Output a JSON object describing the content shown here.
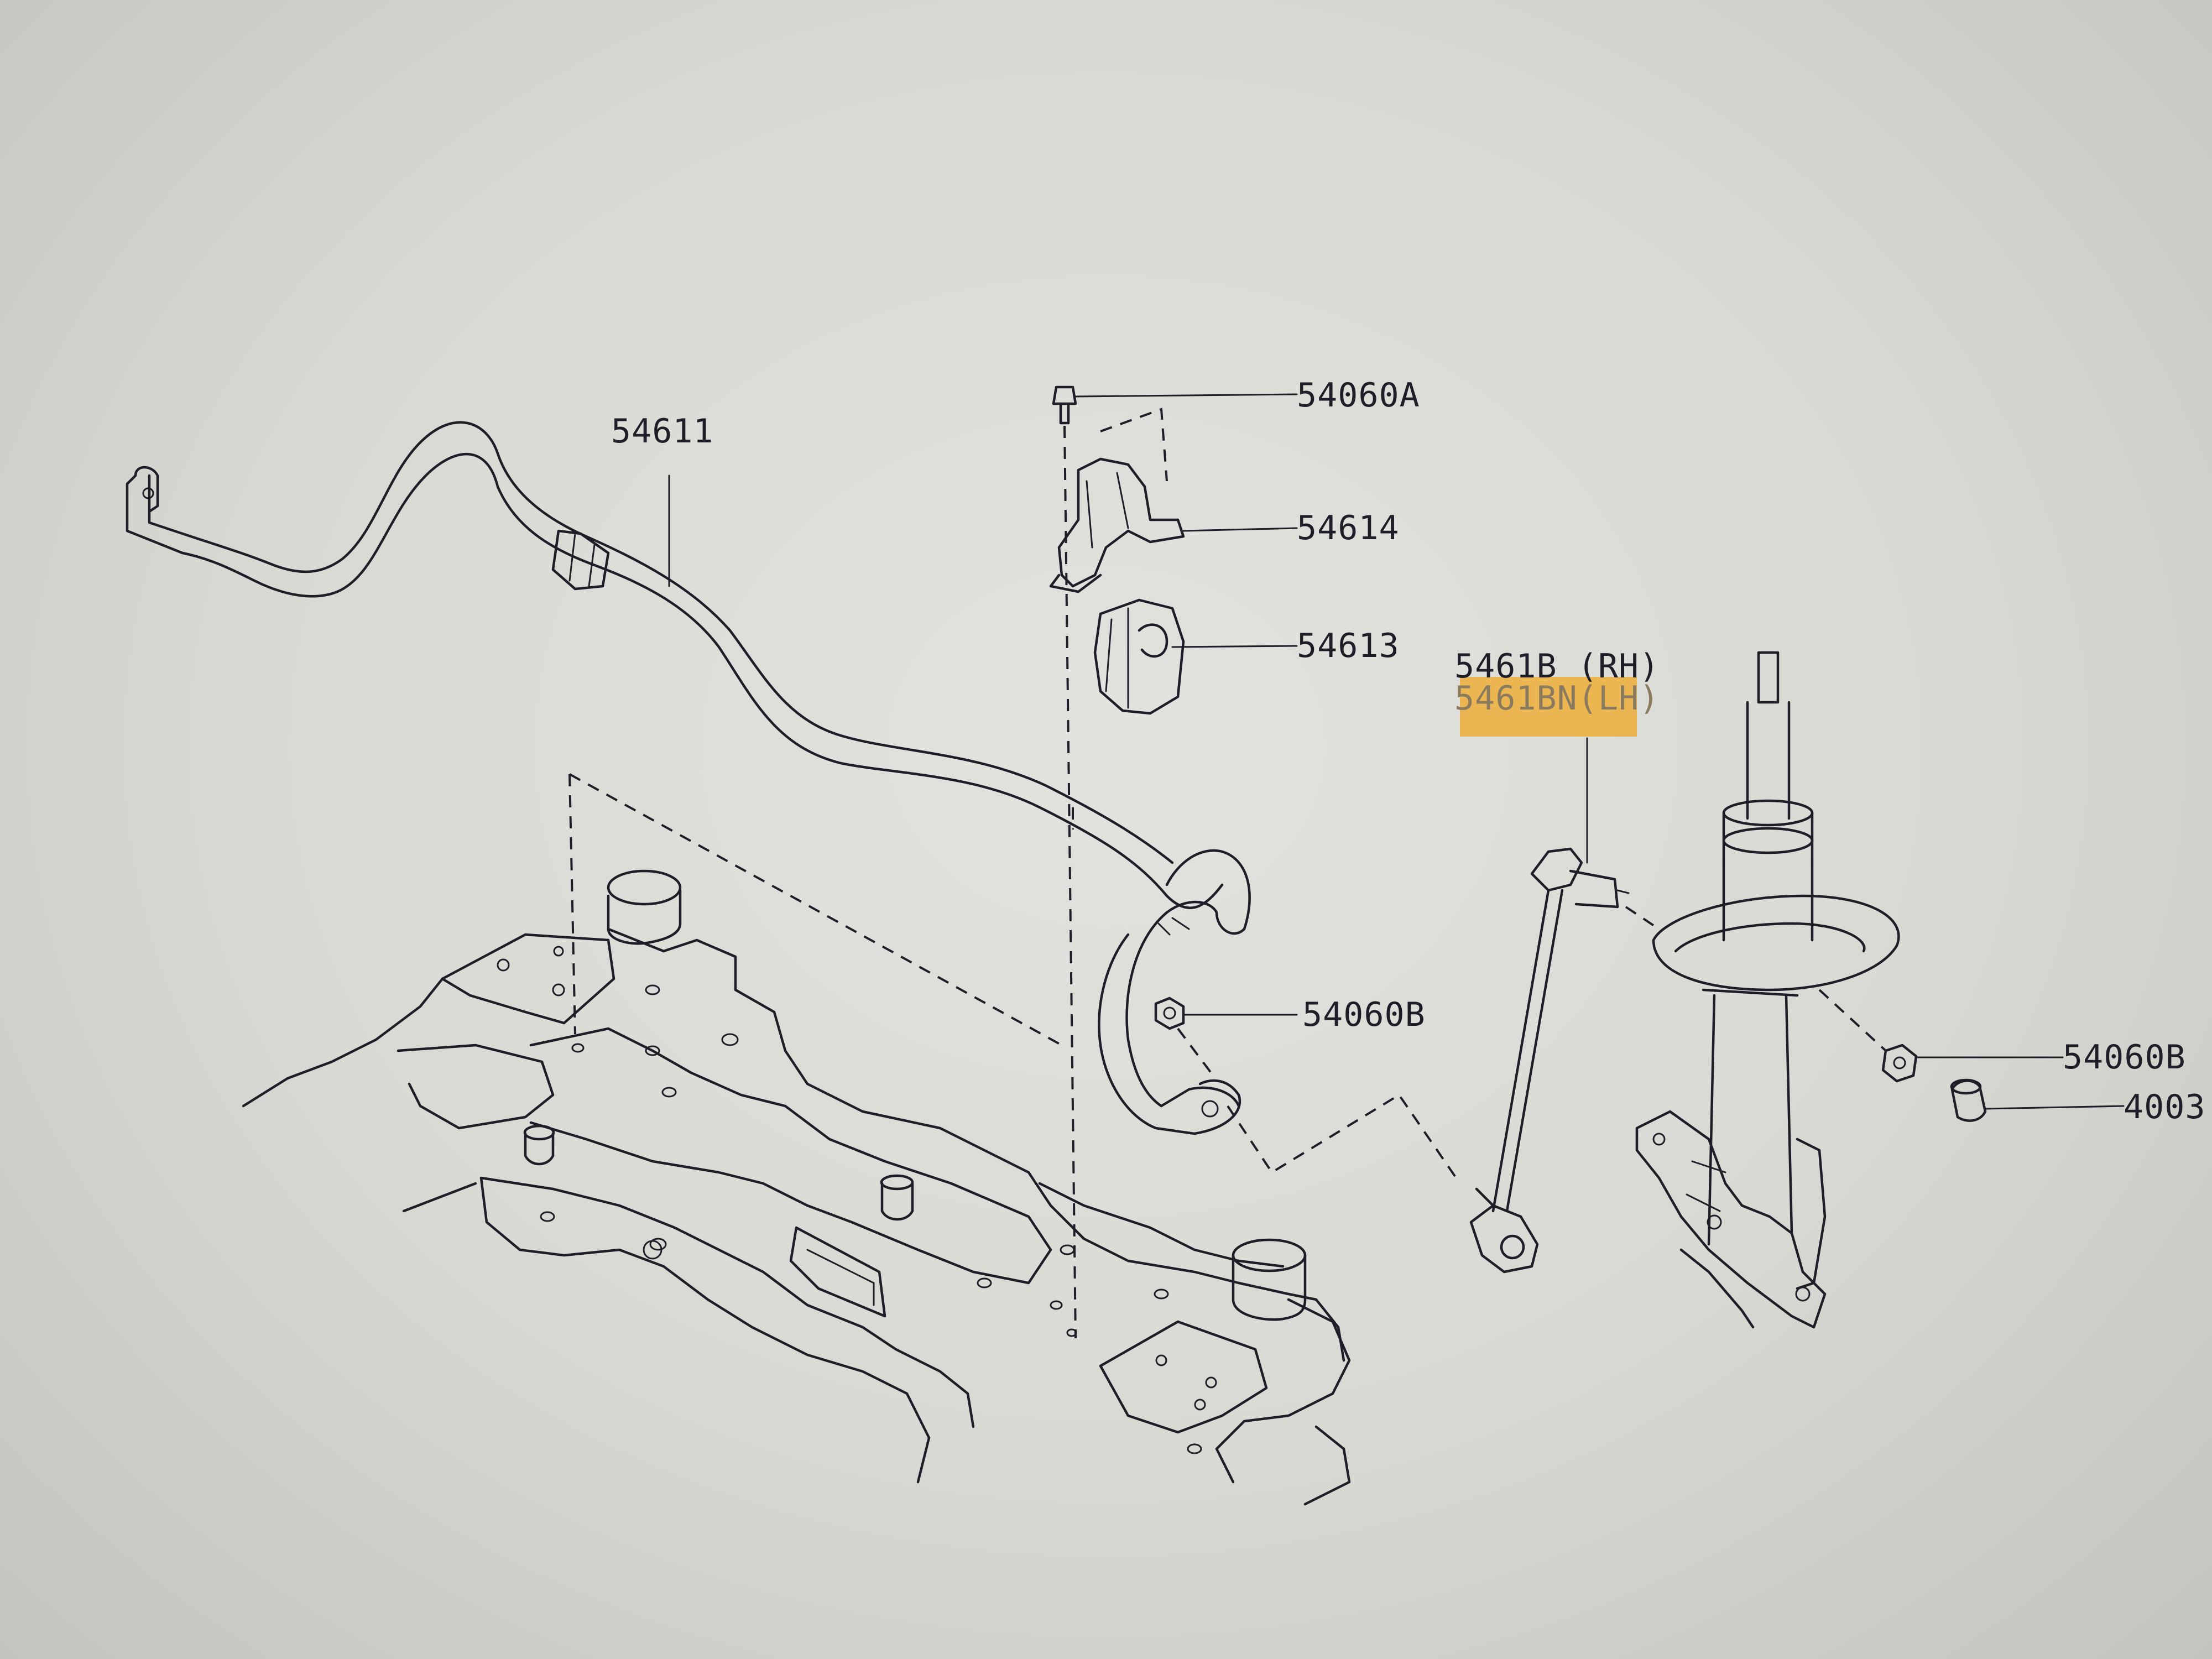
{
  "callouts": {
    "stabilizer_bar": "54611",
    "bolt_a": "54060A",
    "clamp": "54614",
    "bushing": "54613",
    "link_rh": "5461B (RH)",
    "link_lh": "5461BN(LH)",
    "nut_b_left": "54060B",
    "nut_b_right": "54060B",
    "cap_right": "4003"
  },
  "colors": {
    "line": "#1e1e28",
    "paper": "#d9d9d4",
    "highlight": "#f0a51c"
  }
}
